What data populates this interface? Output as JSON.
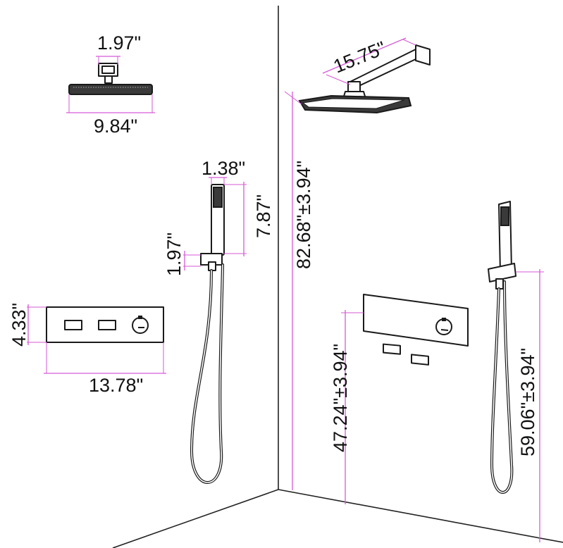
{
  "dimensions": {
    "rain_arm_connector": "1.97\"",
    "rain_head_width": "9.84\"",
    "handheld_width": "1.38\"",
    "handheld_length": "7.87\"",
    "holder_height": "1.97\"",
    "panel_height": "4.33\"",
    "panel_width": "13.78\"",
    "shower_arm_length": "15.75\"",
    "rain_head_height_from_floor": "82.68\"±3.94\"",
    "panel_height_from_floor": "47.24\"±3.94\"",
    "holder_height_from_floor": "59.06\"±3.94\""
  },
  "colors": {
    "dimension_line": "#d65ad6",
    "outline": "#1a1a1a"
  }
}
